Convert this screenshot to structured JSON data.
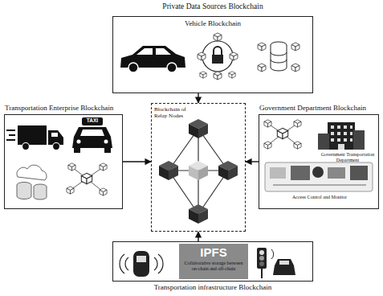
{
  "diagram": {
    "nodes": [
      {
        "text": [
          "Private Data Sources Blockchain",
          "Vehicle Blockchain"
        ]
      },
      {
        "text": [
          "Transportation Enterprise Blockchain"
        ]
      },
      {
        "text": [
          "Blockchain of Relay Nodes"
        ]
      },
      {
        "text": [
          "Government Department Blockchain",
          "Government Transportation Department",
          "Access Control and Monitor"
        ]
      },
      {
        "text": [
          "Transportation infrastructure Blockchain"
        ]
      },
      {
        "text": [
          "IPFS",
          "Collaborative storage between on-chain and off-chain"
        ],
        "in": 4
      }
    ],
    "edges": [
      {
        "from": 0,
        "to": 2,
        "arrow": "to"
      },
      {
        "from": 1,
        "to": 2,
        "arrow": "to"
      },
      {
        "from": 3,
        "to": 2,
        "arrow": "to"
      },
      {
        "from": 4,
        "to": 2,
        "arrow": "to"
      }
    ],
    "labels": [
      "TAXI"
    ]
  }
}
